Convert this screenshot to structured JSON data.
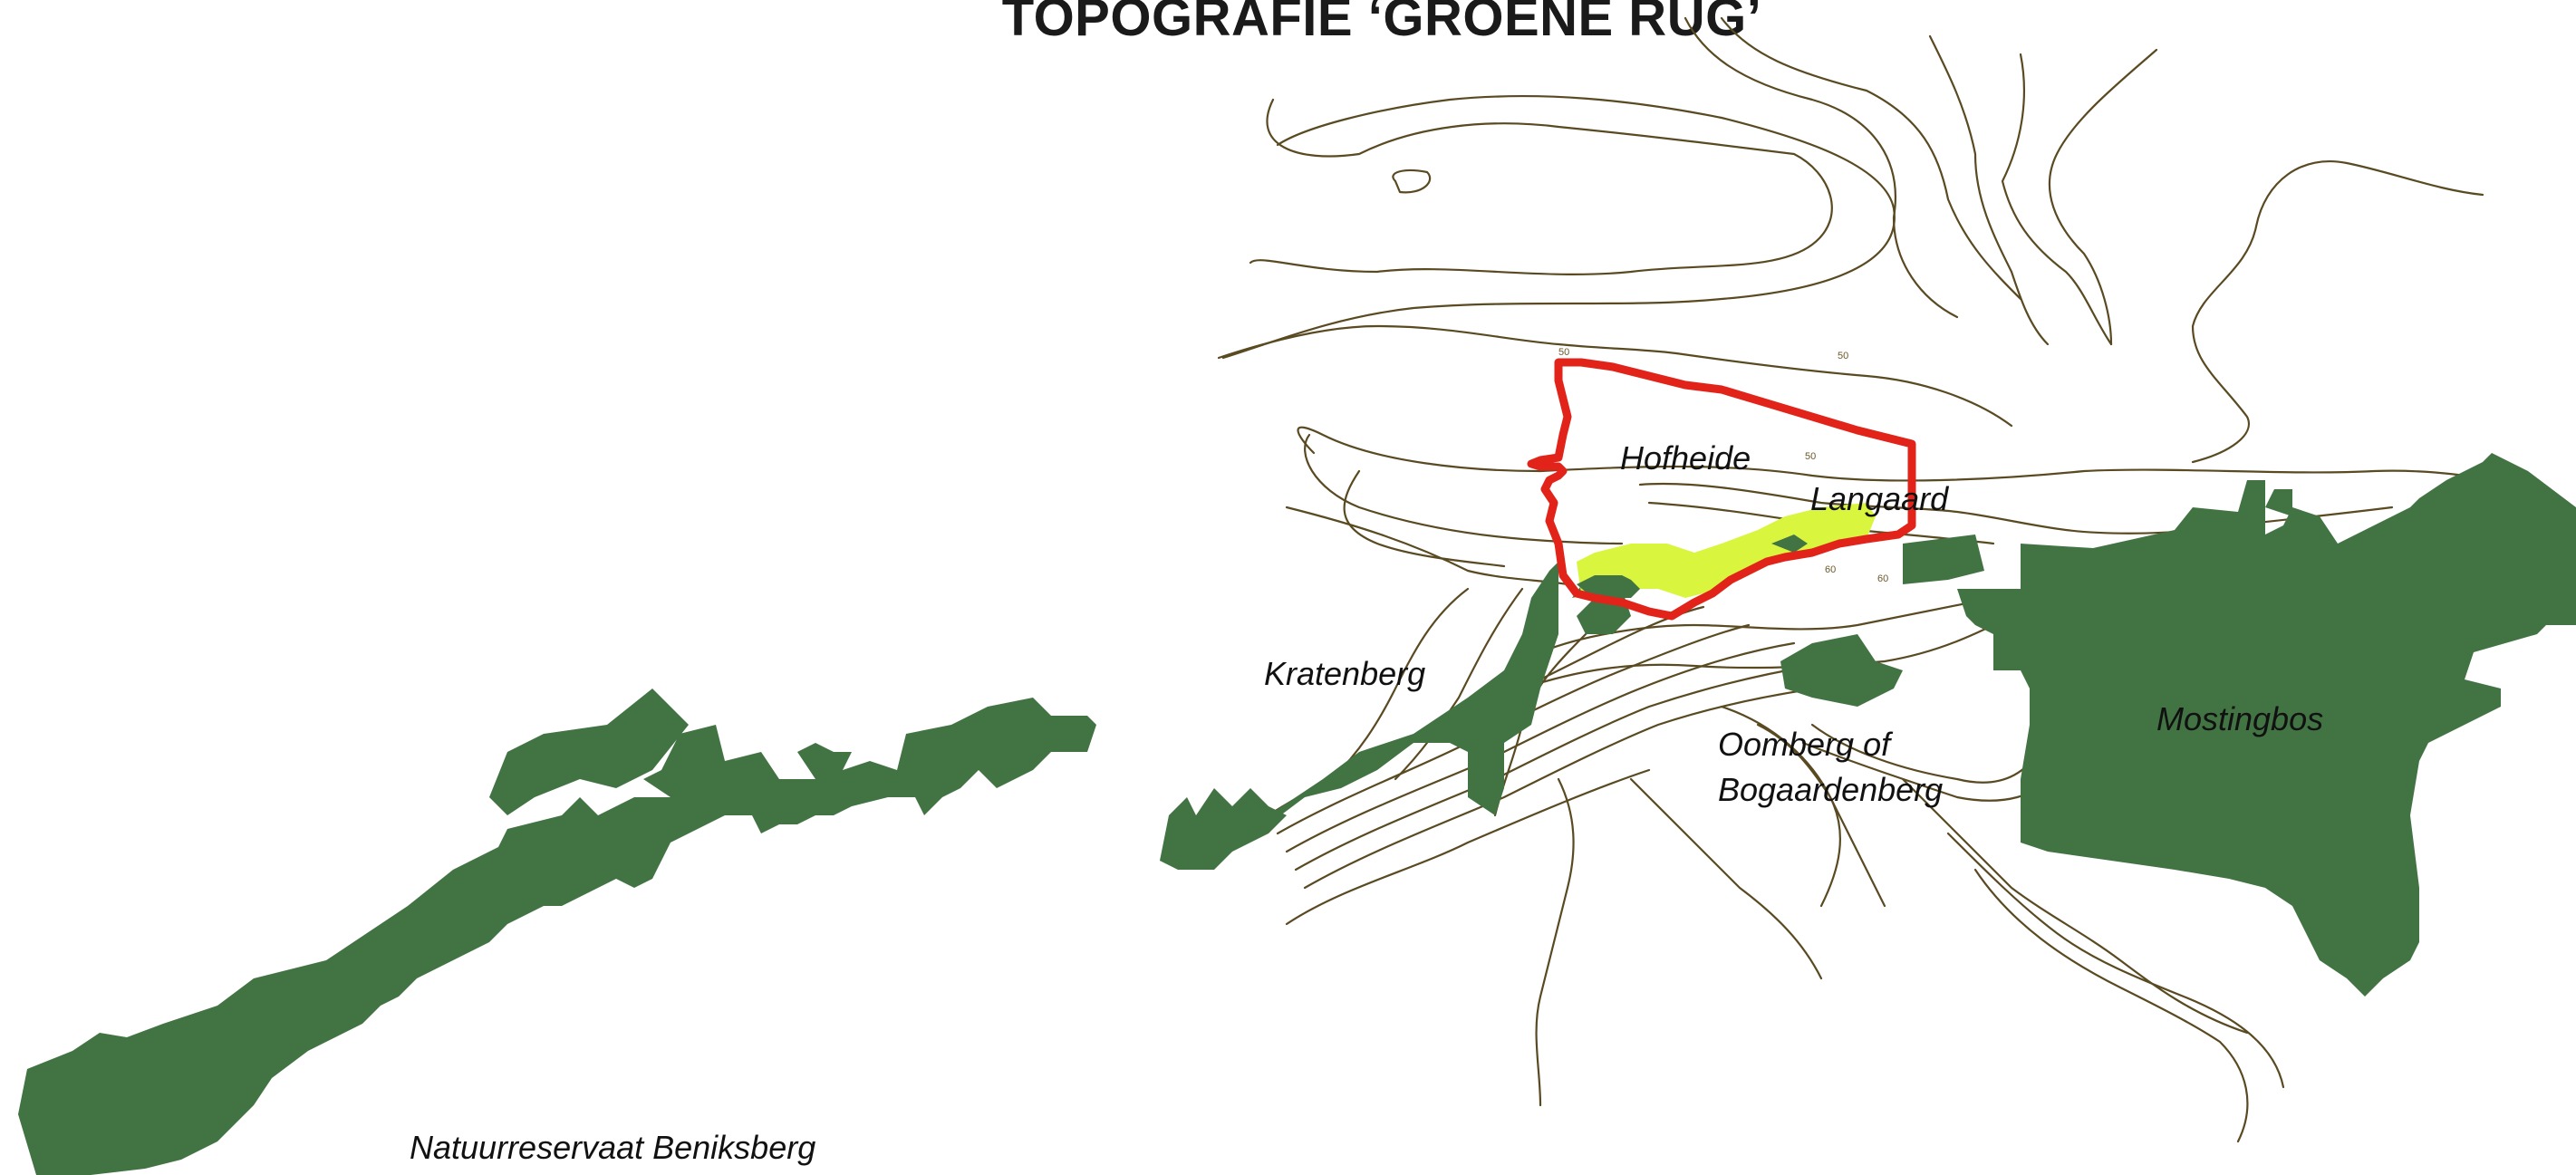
{
  "map": {
    "title": "TOPOGRAFIE ‘GROENE RUG’",
    "colors": {
      "contour": "#5a4a22",
      "forest": "#427343",
      "highlight": "#d9f53d",
      "boundary": "#e2231a"
    },
    "places": {
      "hofheide": "Hofheide",
      "langaard": "Langaard",
      "kratenberg": "Kratenberg",
      "oomberg_line1": "Oomberg of",
      "oomberg_line2": "Bogaardenberg",
      "mostingbos": "Mostingbos",
      "beniksberg": "Natuurreservaat Beniksberg"
    },
    "elevations": {
      "e1": "50",
      "e2": "50",
      "e3": "50",
      "e4": "60",
      "e5": "60"
    }
  }
}
